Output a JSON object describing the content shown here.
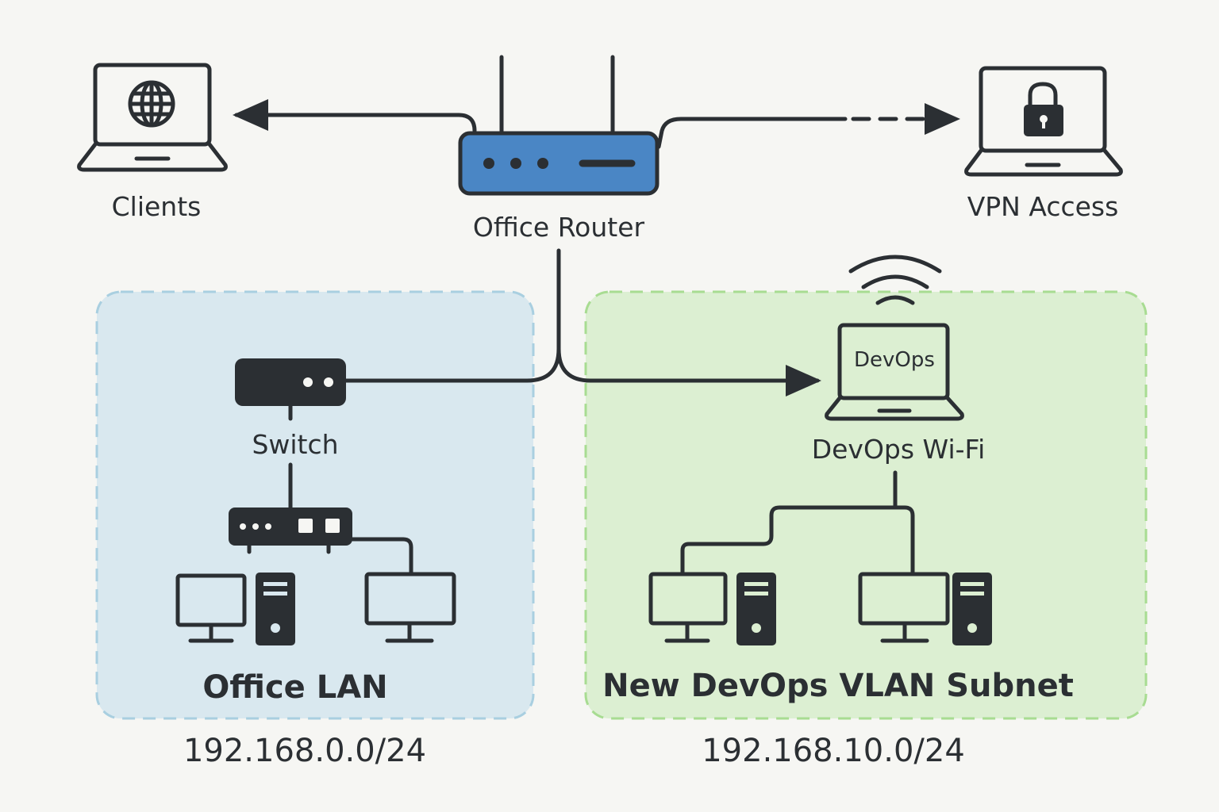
{
  "nodes": {
    "clients": {
      "label": "Clients",
      "icon": "globe-laptop-icon"
    },
    "router": {
      "label": "Office Router",
      "icon": "router-icon"
    },
    "vpn": {
      "label": "VPN Access",
      "icon": "lock-laptop-icon"
    },
    "switch": {
      "label": "Switch",
      "icon": "switch-icon"
    },
    "devops_wifi": {
      "label": "DevOps Wi-Fi",
      "screen_text": "DevOps",
      "icon": "wifi-laptop-icon"
    }
  },
  "zones": {
    "office_lan": {
      "name": "Office LAN",
      "subnet": "192.168.0.0/24",
      "color": "#d9e8ef",
      "border": "#a9cfe0"
    },
    "devops_vlan": {
      "name": "New DevOps VLAN Subnet",
      "subnet": "192.168.10.0/24",
      "color": "#dcefd2",
      "border": "#a8dc92"
    }
  },
  "colors": {
    "router_body": "#4a86c5",
    "ink": "#2b2f33",
    "background": "#f6f6f3"
  }
}
